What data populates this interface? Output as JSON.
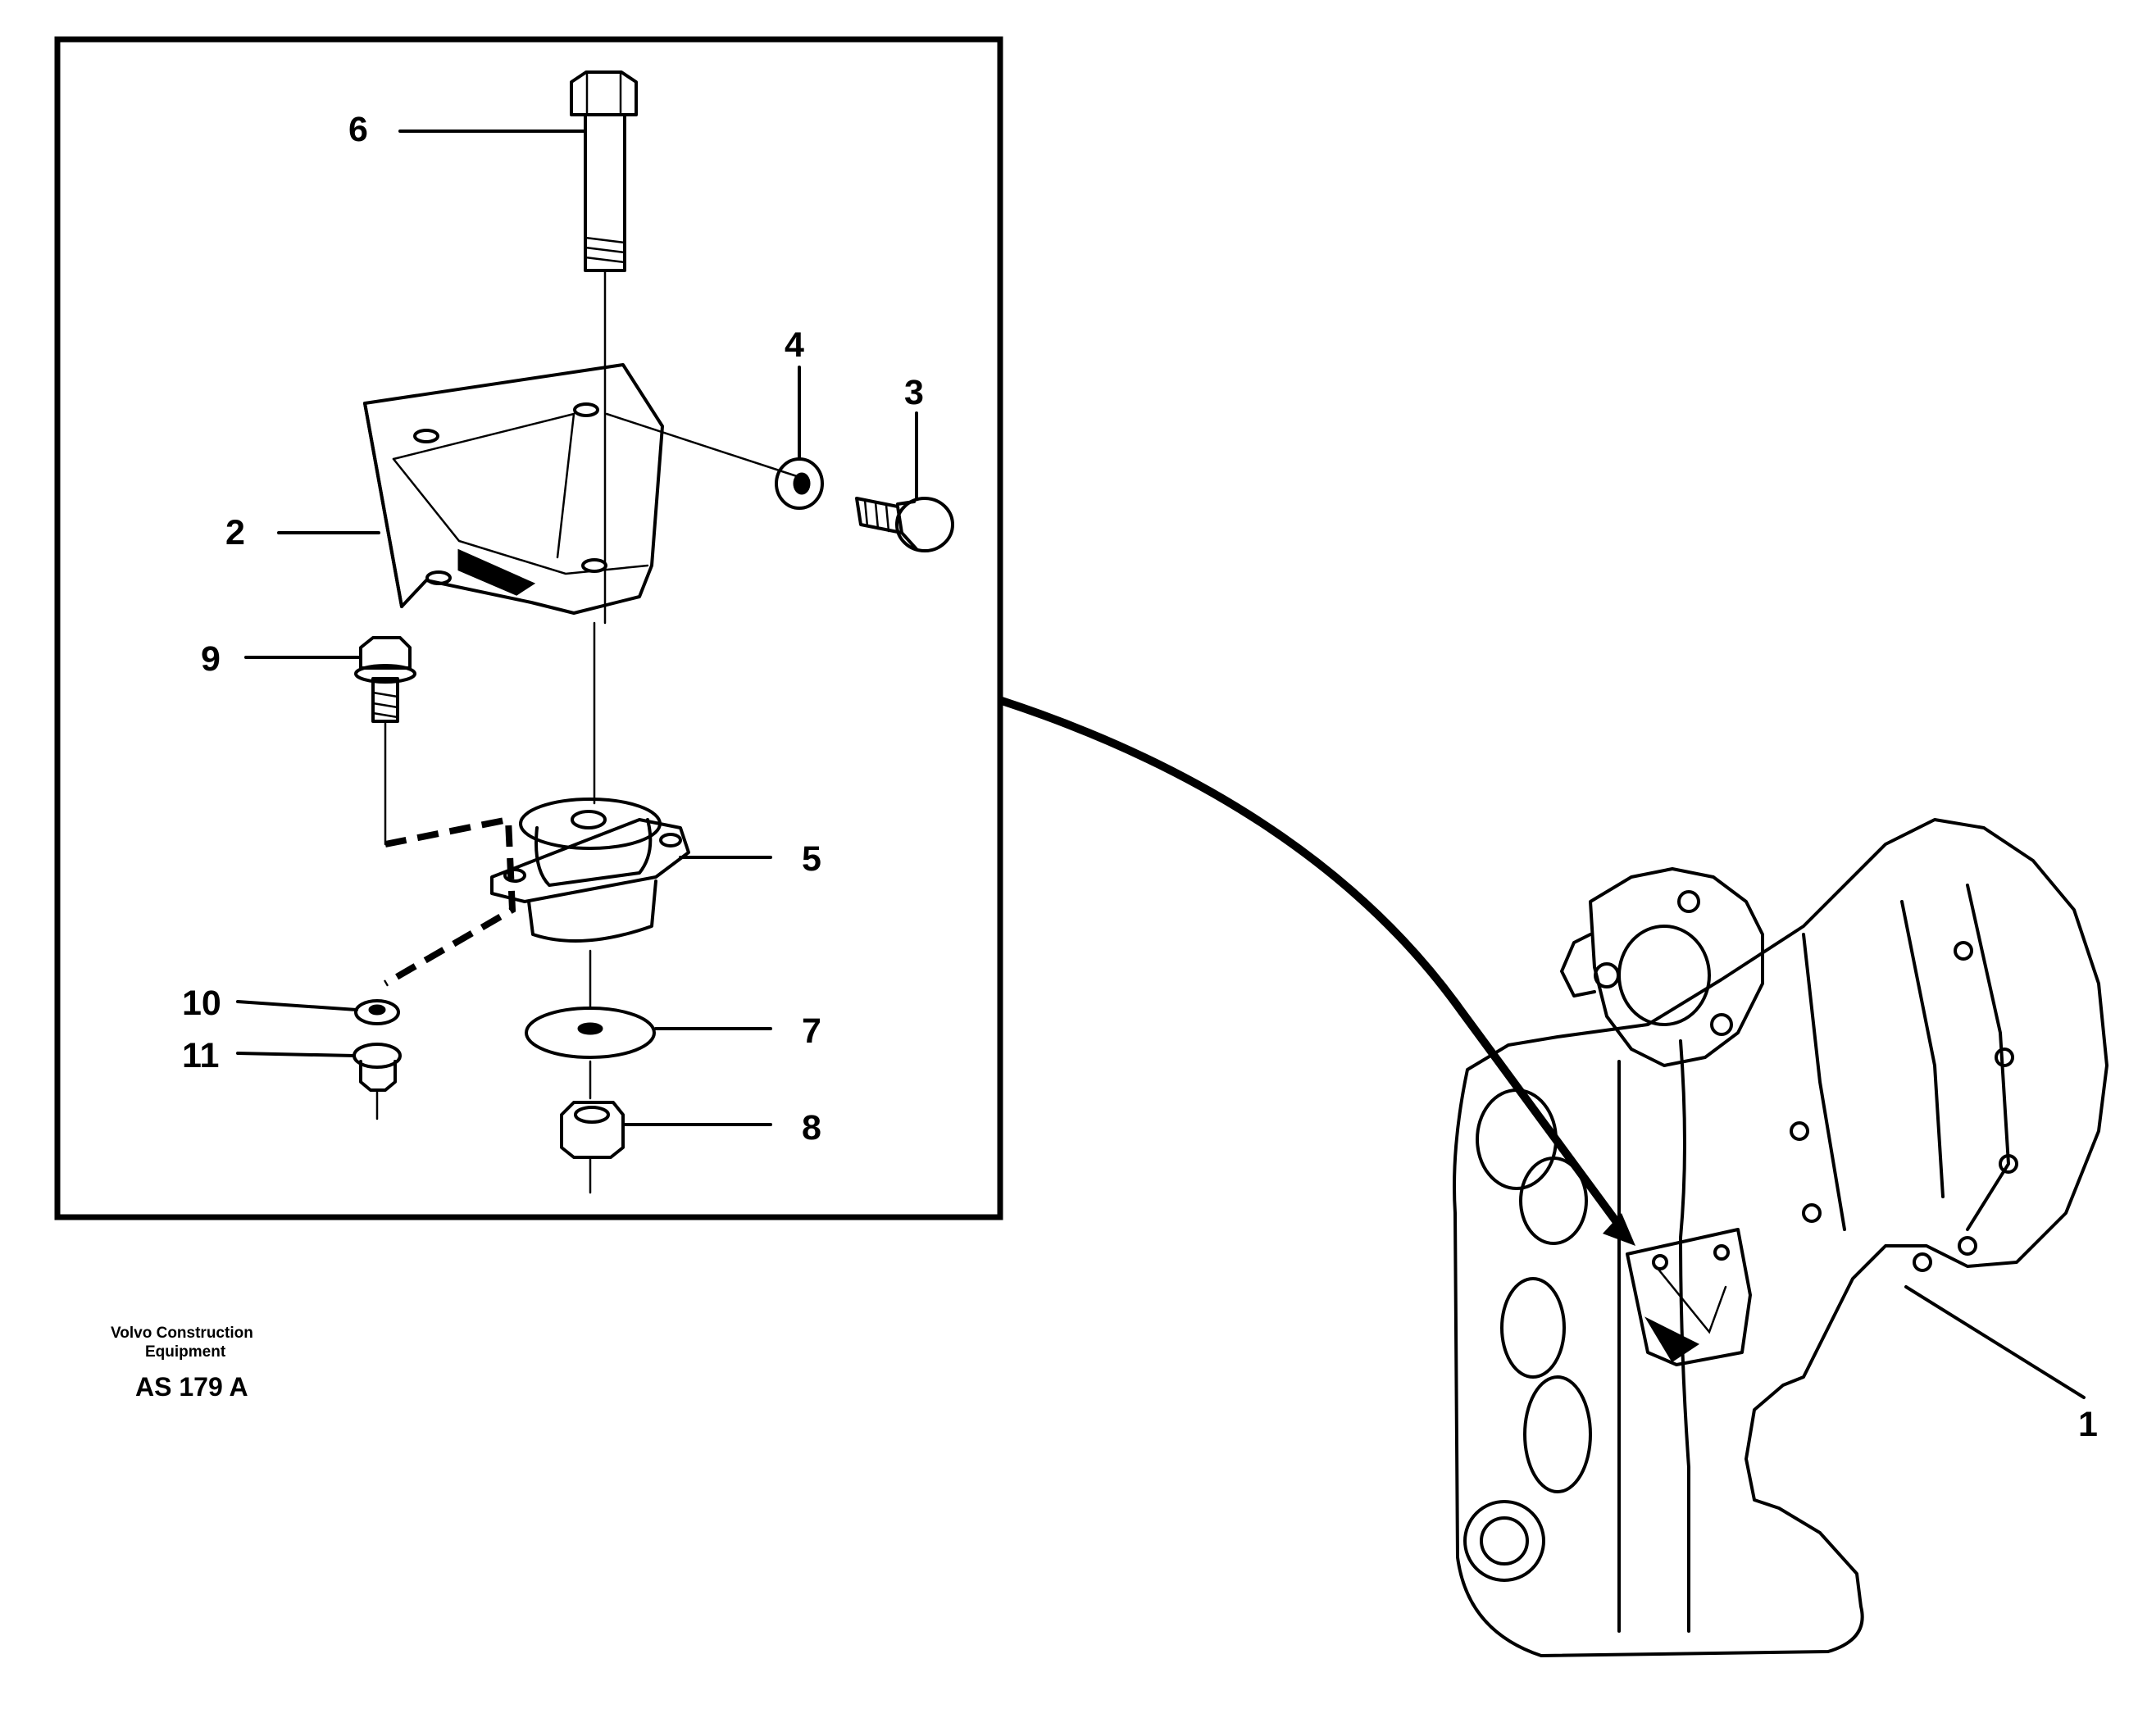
{
  "callouts": [
    {
      "id": "c1",
      "label": "1"
    },
    {
      "id": "c2",
      "label": "2"
    },
    {
      "id": "c3",
      "label": "3"
    },
    {
      "id": "c4",
      "label": "4"
    },
    {
      "id": "c5",
      "label": "5"
    },
    {
      "id": "c6",
      "label": "6"
    },
    {
      "id": "c7",
      "label": "7"
    },
    {
      "id": "c8",
      "label": "8"
    },
    {
      "id": "c9",
      "label": "9"
    },
    {
      "id": "c10",
      "label": "10"
    },
    {
      "id": "c11",
      "label": "11"
    }
  ],
  "credit": {
    "line1": "Volvo Construction",
    "line2": "Equipment",
    "code": "AS 179 A"
  }
}
